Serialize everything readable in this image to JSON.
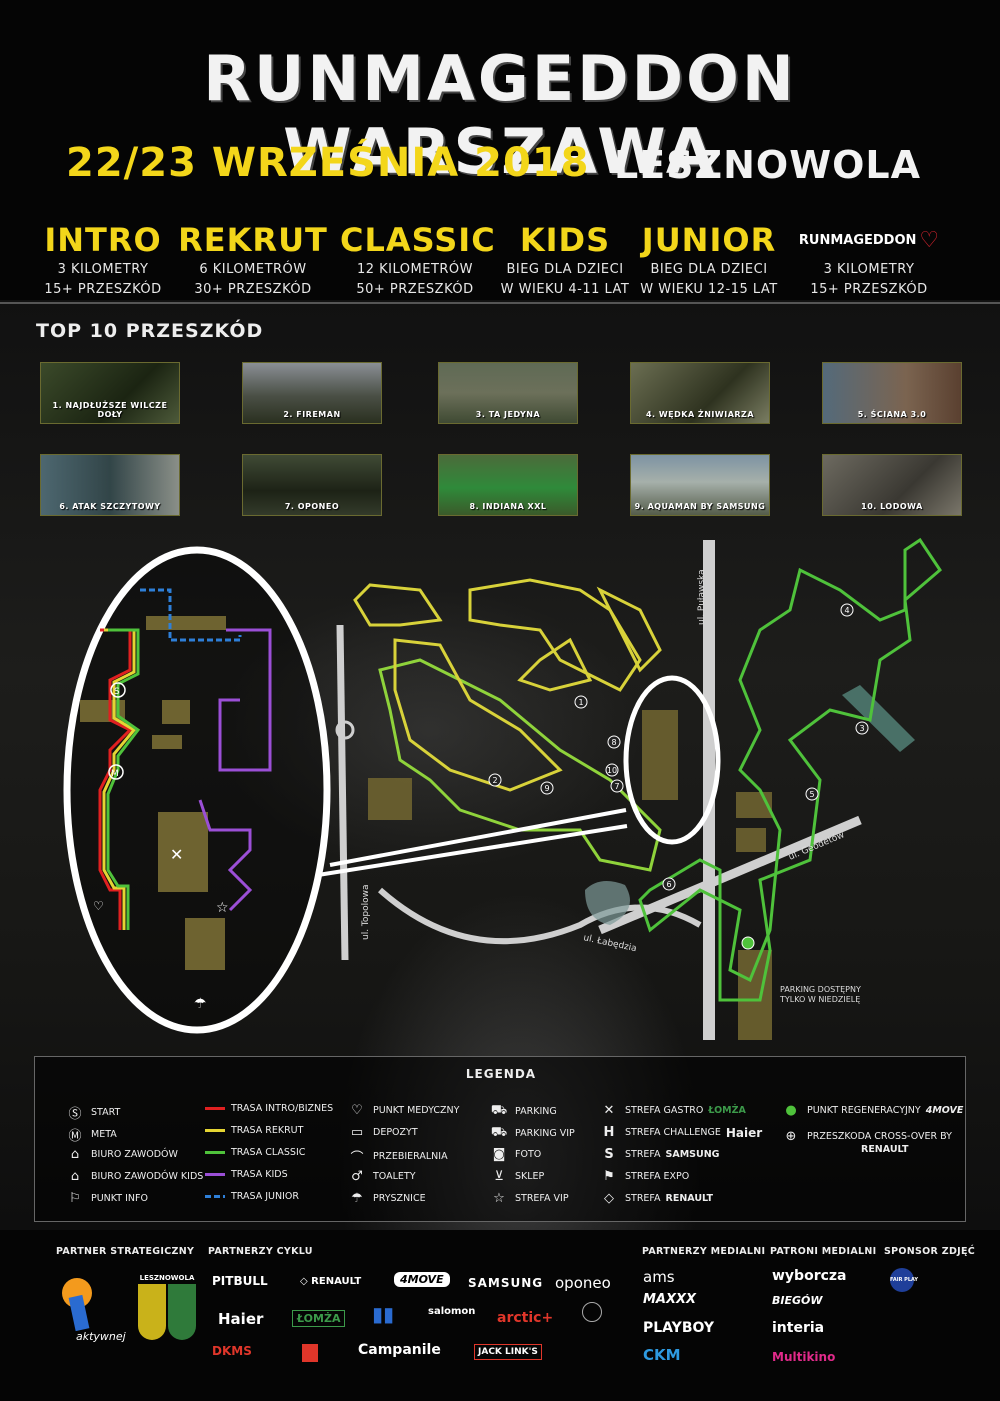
{
  "header": {
    "title": "RUNMAGEDDON WARSZAWA",
    "date": "22/23 WRZEŚNIA 2018",
    "location": "LESZNOWOLA"
  },
  "races": [
    {
      "name": "INTRO",
      "line1": "3 KILOMETRY",
      "line2": "15+ PRZESZKÓD"
    },
    {
      "name": "REKRUT",
      "line1": "6 KILOMETRÓW",
      "line2": "30+ PRZESZKÓD"
    },
    {
      "name": "CLASSIC",
      "line1": "12 KILOMETRÓW",
      "line2": "50+ PRZESZKÓD"
    },
    {
      "name": "KIDS",
      "line1": "BIEG DLA DZIECI",
      "line2": "W WIEKU 4-11 LAT"
    },
    {
      "name": "JUNIOR",
      "line1": "BIEG DLA DZIECI",
      "line2": "W WIEKU 12-15 LAT"
    },
    {
      "name": "RUNMAGEDDON",
      "line1": "3 KILOMETRY",
      "line2": "15+ PRZESZKÓD"
    }
  ],
  "top10": {
    "title": "TOP 10 PRZESZKÓD",
    "items": [
      "1. NAJDŁUŻSZE WILCZE DOŁY",
      "2. FIREMAN",
      "3. TA JEDYNA",
      "4. WĘDKA ŻNIWIARZA",
      "5. ŚCIANA 3.0",
      "6. ATAK SZCZYTOWY",
      "7. OPONEO",
      "8. INDIANA XXL",
      "9. AQUAMAN BY SAMSUNG",
      "10. LODOWA"
    ]
  },
  "map": {
    "streets": {
      "pulawska": "ul. Puławska",
      "geodetow": "ul. Geodetów",
      "labedzia": "ul. Łabędzia",
      "topolowa": "ul. Topolowa"
    },
    "parking_note_1": "PARKING DOSTĘPNY",
    "parking_note_2": "TYLKO W NIEDZIELĘ",
    "markers": [
      "1",
      "2",
      "3",
      "4",
      "5",
      "6",
      "7",
      "8",
      "9",
      "10"
    ]
  },
  "legend": {
    "title": "LEGENDA",
    "start": "START",
    "meta": "META",
    "biuro": "BIURO ZAWODÓW",
    "biuro_kids": "BIURO ZAWODÓW KIDS",
    "info": "PUNKT INFO",
    "trasa_intro": "TRASA INTRO/BIZNES",
    "trasa_rekrut": "TRASA REKRUT",
    "trasa_classic": "TRASA CLASSIC",
    "trasa_kids": "TRASA KIDS",
    "trasa_junior": "TRASA JUNIOR",
    "medyczny": "PUNKT MEDYCZNY",
    "depozyt": "DEPOZYT",
    "przebieralnia": "PRZEBIERALNIA",
    "toalety": "TOALETY",
    "prysznice": "PRYSZNICE",
    "parking": "PARKING",
    "parking_vip": "PARKING VIP",
    "foto": "FOTO",
    "sklep": "SKLEP",
    "strefa_vip": "STREFA VIP",
    "strefa_gastro": "STREFA GASTRO",
    "strefa_challenge": "STREFA CHALLENGE",
    "strefa_samsung": "STREFA",
    "strefa_expo": "STREFA EXPO",
    "strefa_renault": "STREFA",
    "regeneracyjny": "PUNKT REGENERACYJNY",
    "crossover": "PRZESZKODA CROSS-OVER BY",
    "brand_lomza": "ŁOMŻA",
    "brand_haier": "Haier",
    "brand_samsung": "SAMSUNG",
    "brand_renault": "RENAULT",
    "brand_4move": "4MOVE"
  },
  "sponsors": {
    "strategic": "PARTNER STRATEGICZNY",
    "cycle": "PARTNERZY CYKLU",
    "media": "PARTNERZY MEDIALNI",
    "patrons": "PATRONI MEDIALNI",
    "photo": "SPONSOR ZDJĘĆ",
    "strategic_logo": "aktywnej",
    "leszno_logo": "LESZNOWOLA",
    "cycle_logos": [
      "PITBULL",
      "RENAULT",
      "4MOVE",
      "SAMSUNG",
      "oponeo",
      "Haier",
      "ŁOMŻA",
      "salomon",
      "arctic+",
      "DKMS",
      "Campanile",
      "JACK LINK'S"
    ],
    "media_logos": [
      "ams",
      "MAXXX",
      "PLAYBOY",
      "CKM"
    ],
    "patron_logos": [
      "wyborcza",
      "BIEGÓW",
      "interia",
      "Multikino"
    ],
    "photo_logo": "FAIR PLAY"
  },
  "colors": {
    "yellow": "#f3d61a",
    "intro": "#e02020",
    "rekrut": "#e5d533",
    "classic": "#4fc23b",
    "kids": "#9b4fd6",
    "junior": "#2e7fd8",
    "zone": "#6e6330"
  }
}
